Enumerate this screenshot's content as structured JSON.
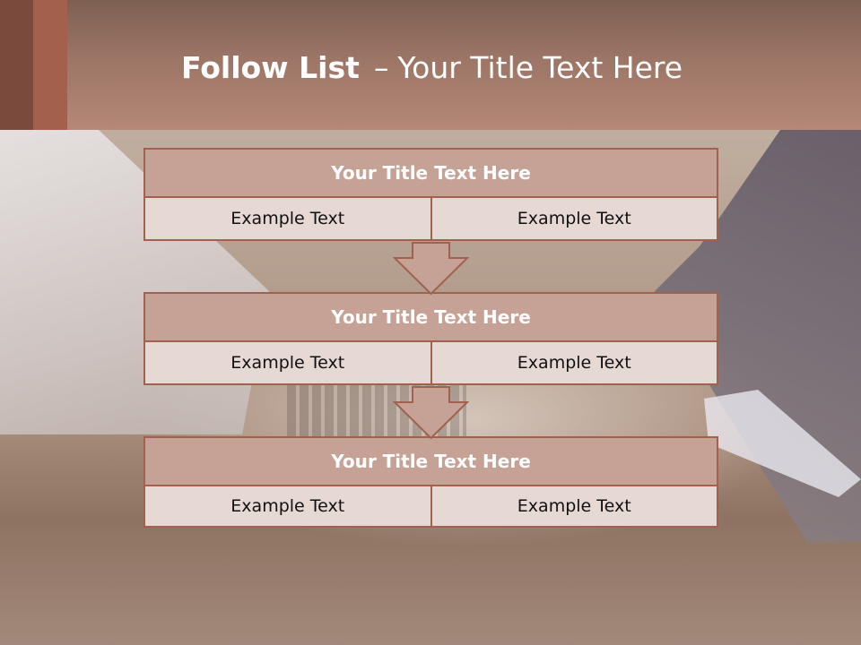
{
  "slide": {
    "title_bold": "Follow List",
    "title_dash": "–",
    "title_rest": "Your Title Text Here"
  },
  "rows": [
    {
      "title": "Your Title Text Here",
      "left": "Example Text",
      "right": "Example Text"
    },
    {
      "title": "Your Title Text Here",
      "left": "Example Text",
      "right": "Example Text"
    },
    {
      "title": "Your Title Text Here",
      "left": "Example Text",
      "right": "Example Text"
    }
  ],
  "colors": {
    "accent": "#a0614f",
    "title_fill": "#c5a295",
    "cell_fill": "#e6d8d3"
  }
}
